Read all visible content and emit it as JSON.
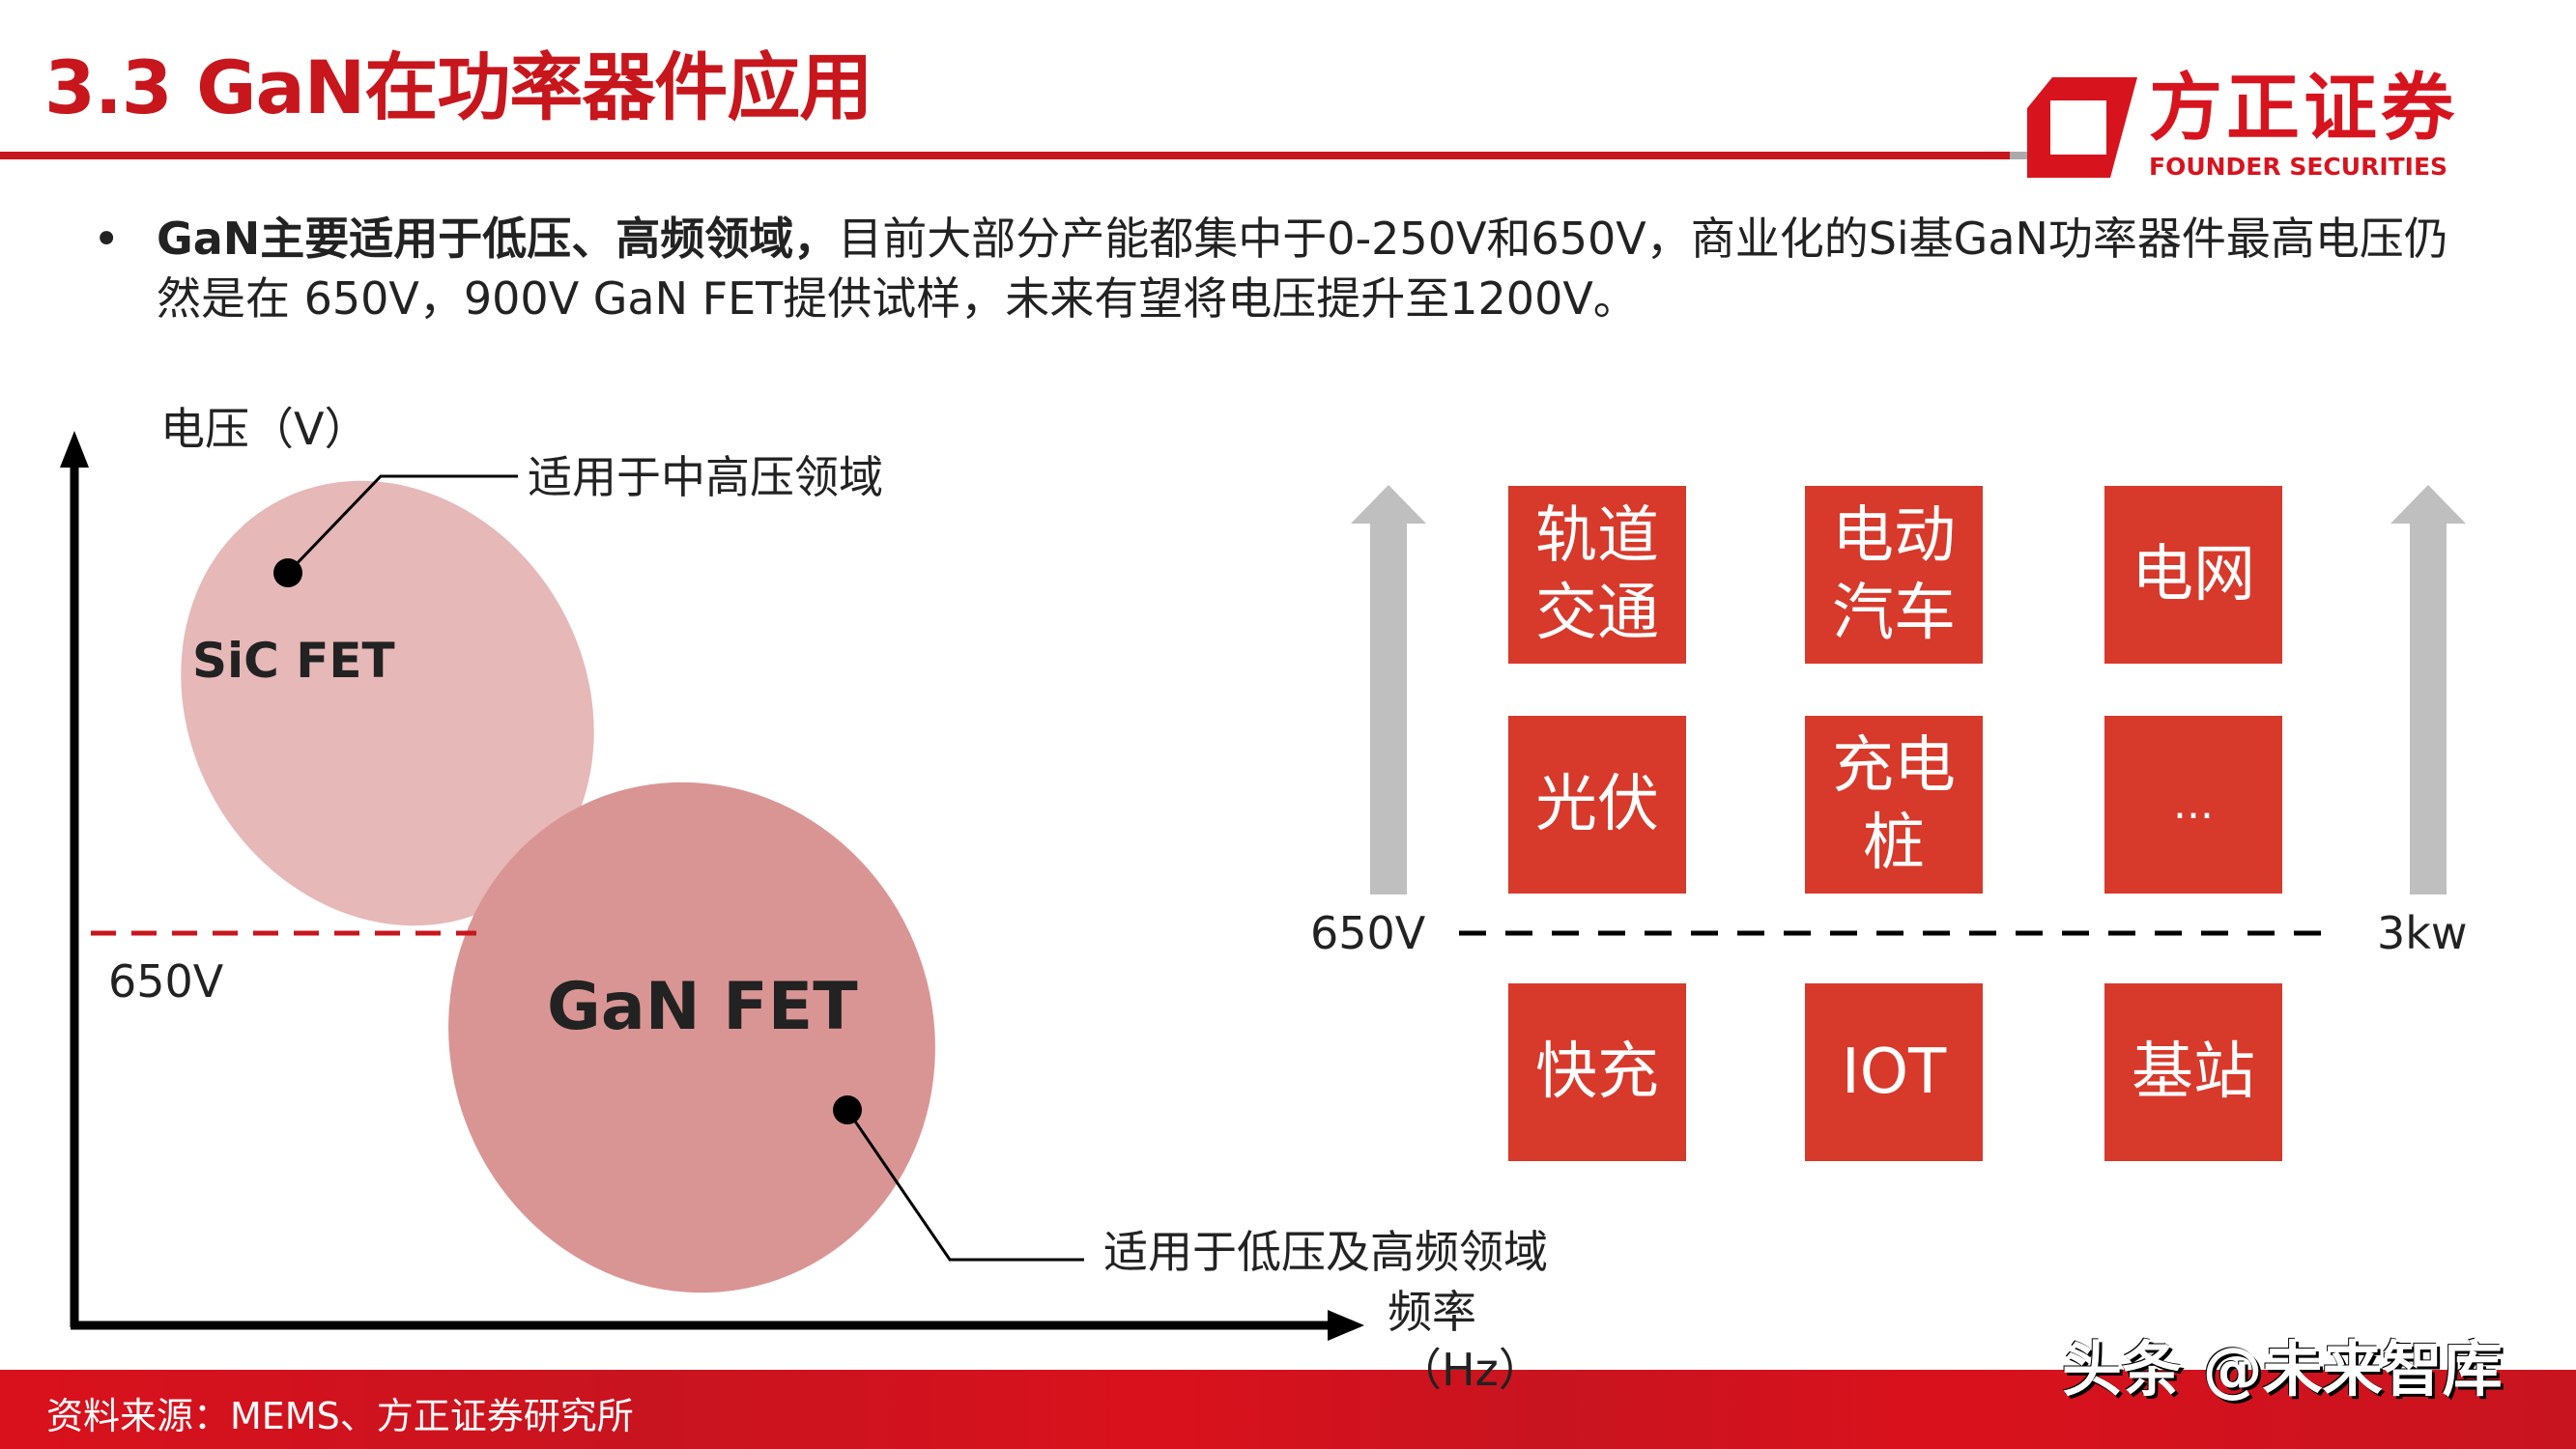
{
  "header": {
    "title": "3.3 GaN在功率器件应用",
    "logo_cn": "方正证券",
    "logo_en": "FOUNDER SECURITIES"
  },
  "summary": {
    "bullet": "•",
    "bold": "GaN主要适用于低压、高频领域，",
    "text": "目前大部分产能都集中于0-250V和650V，商业化的Si基GaN功率器件最高电压仍然是在 650V，900V GaN FET提供试样，未来有望将电压提升至1200V。"
  },
  "diagram": {
    "y_axis_label": "电压（V）",
    "x_axis_label_1": "频率",
    "x_axis_label_2": "（Hz）",
    "threshold_label": "650V",
    "sic_label": "SiC FET",
    "gan_label": "GaN FET",
    "sic_callout": "适用于中高压领域",
    "gan_callout": "适用于低压及高频领域",
    "colors": {
      "sic": "#e6b8b8",
      "gan": "#d99594",
      "threshold": "#c8161d"
    }
  },
  "applications": {
    "left_label": "650V",
    "right_label": "3kw",
    "above": [
      "轨道交通",
      "电动汽车",
      "电网",
      "光伏",
      "充电桩",
      "..."
    ],
    "below": [
      "快充",
      "IOT",
      "基站"
    ],
    "box_color": "#d7392b"
  },
  "footer": {
    "source": "资料来源：MEMS、方正证券研究所",
    "watermark": "头条 @未来智库"
  }
}
